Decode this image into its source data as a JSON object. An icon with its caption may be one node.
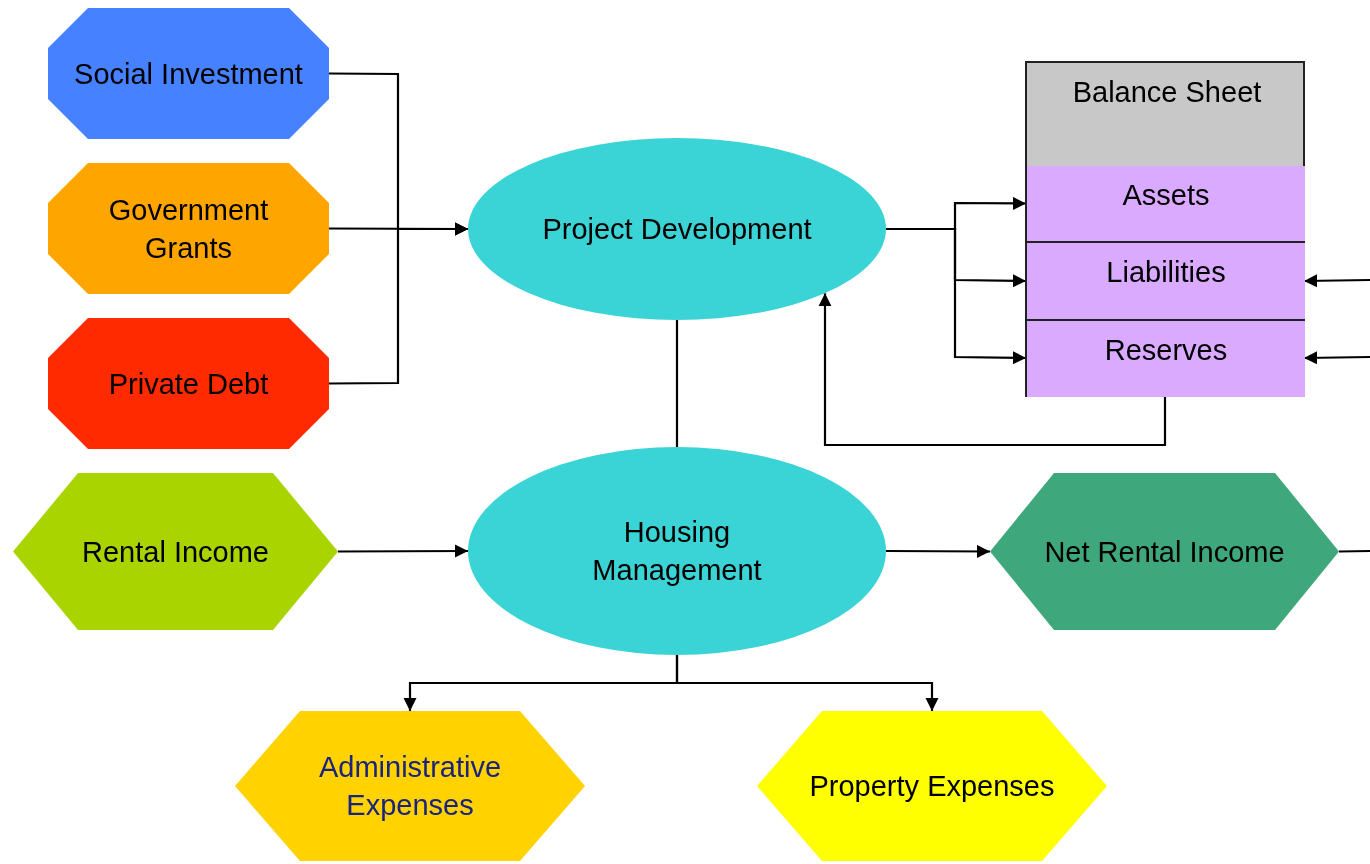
{
  "diagram": {
    "nodes": [
      {
        "text": [
          "Social Investment"
        ]
      },
      {
        "text": [
          "Government Grants"
        ]
      },
      {
        "text": [
          "Private Debt"
        ]
      },
      {
        "text": [
          "Project Development"
        ]
      },
      {
        "text": [
          "Balance Sheet"
        ]
      },
      {
        "text": [
          "Assets"
        ],
        "in": 4
      },
      {
        "text": [
          "Liabilities"
        ],
        "in": 4
      },
      {
        "text": [
          "Reserves"
        ],
        "in": 4
      },
      {
        "text": [
          "Rental Income"
        ]
      },
      {
        "text": [
          "Housing Management"
        ]
      },
      {
        "text": [
          "Net Rental Income"
        ]
      },
      {
        "text": [
          "Administrative Expenses"
        ]
      },
      {
        "text": [
          "Property Expenses"
        ]
      }
    ],
    "edges": [
      {
        "from": 0,
        "to": 3,
        "arrow": "to"
      },
      {
        "from": 1,
        "to": 3,
        "arrow": "to"
      },
      {
        "from": 2,
        "to": 3,
        "arrow": "to"
      },
      {
        "from": 3,
        "to": 5,
        "arrow": "to"
      },
      {
        "from": 3,
        "to": 6,
        "arrow": "to"
      },
      {
        "from": 3,
        "to": 7,
        "arrow": "to"
      },
      {
        "from": null,
        "to": 6,
        "arrow": "to"
      },
      {
        "from": null,
        "to": 7,
        "arrow": "to"
      },
      {
        "from": 4,
        "to": 3,
        "arrow": "to"
      },
      {
        "from": 3,
        "to": 9,
        "arrow": "none"
      },
      {
        "from": 8,
        "to": 9,
        "arrow": "to"
      },
      {
        "from": 9,
        "to": 10,
        "arrow": "to"
      },
      {
        "from": 10,
        "to": null,
        "arrow": "none"
      },
      {
        "from": 9,
        "to": 11,
        "arrow": "to"
      },
      {
        "from": 9,
        "to": 12,
        "arrow": "to"
      }
    ]
  }
}
